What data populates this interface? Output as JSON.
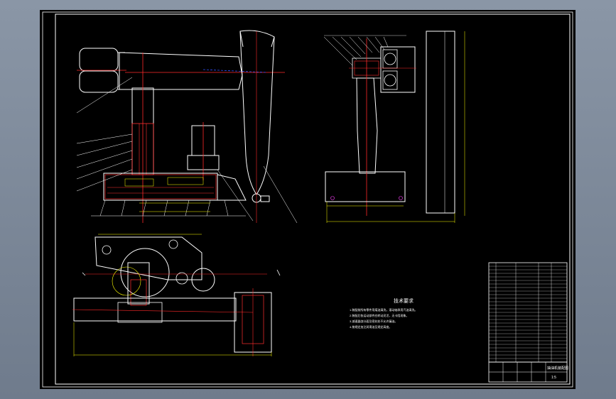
{
  "colors": {
    "background_outer": "#7a8696",
    "paper": "#000000",
    "frame": "#ffffff",
    "centerline": "#ff2a2a",
    "hatch": "#ff3030",
    "dimension": "#ffff00",
    "hidden": "#3050ff",
    "label_green": "#00ff40",
    "magenta": "#ff40ff"
  },
  "tech_requirements": {
    "title": "技术要求",
    "lines": [
      "1.装配前所有零件用煤油清洗，滚动轴承用汽油清洗。",
      "2.装配后各运动部件应转动灵活，无卡阻现象。",
      "3.减速器剖分面及密封处不允许漏油。",
      "4.按规定加注润滑油至规定高度。"
    ]
  },
  "title_block": {
    "drawing_name": "抽油机装配图",
    "scale": "1:5"
  },
  "icons": [
    "beam-pump-assembly-drawing"
  ]
}
